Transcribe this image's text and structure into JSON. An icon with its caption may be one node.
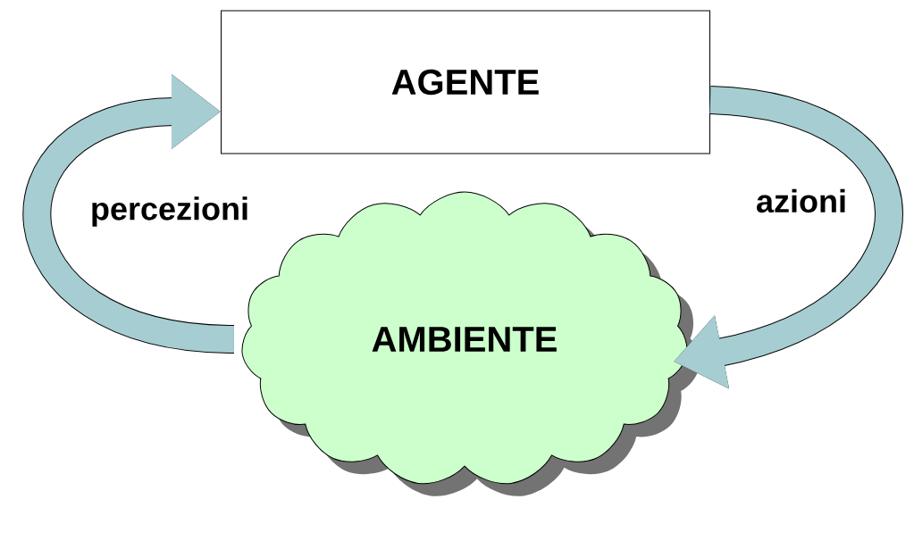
{
  "diagram": {
    "nodes": [
      {
        "text": [
          "AGENTE"
        ]
      },
      {
        "text": [
          "AMBIENTE"
        ]
      }
    ],
    "edges": [
      {
        "from": 1,
        "to": 0,
        "arrow": "to",
        "label": "percezioni"
      },
      {
        "from": 0,
        "to": 1,
        "arrow": "to",
        "label": "azioni"
      }
    ]
  }
}
